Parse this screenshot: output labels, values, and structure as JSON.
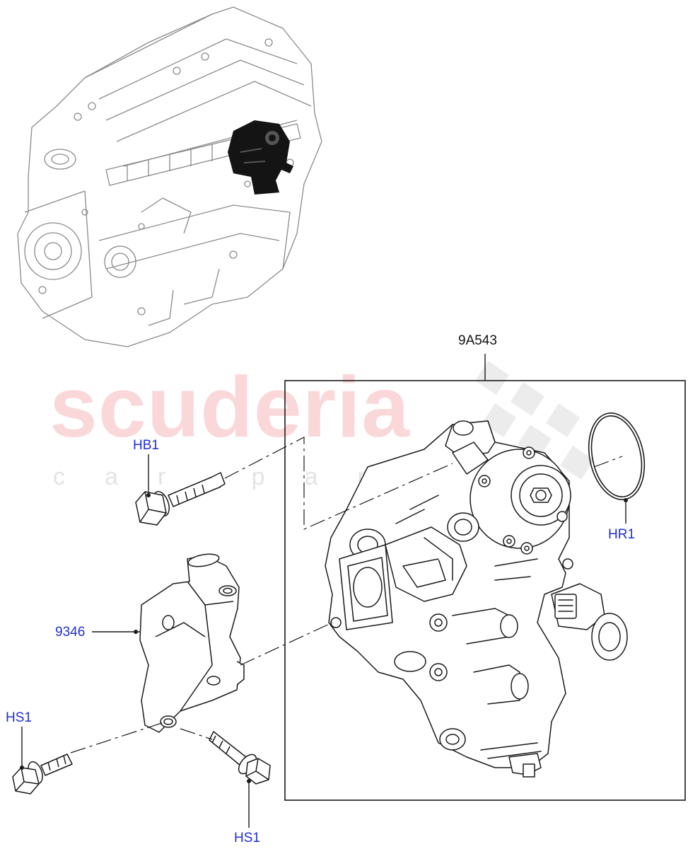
{
  "watermark": {
    "brand": "scuderia",
    "tagline": "car parts"
  },
  "callouts": {
    "pump": "9A543",
    "bolt_top": "HB1",
    "oring": "HR1",
    "bracket": "9346",
    "screw_left": "HS1",
    "screw_bottom": "HS1"
  },
  "colors": {
    "callout_blue": "#1f2fd6",
    "callout_black": "#111111",
    "line": "#1a1a1a",
    "highlight": "#111111"
  }
}
